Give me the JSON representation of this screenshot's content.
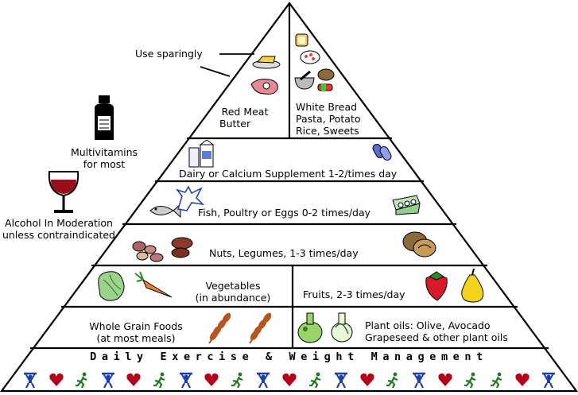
{
  "pyramid": {
    "top_left": {
      "line1": "Red Meat",
      "line2": "Butter"
    },
    "top_right": {
      "line1": "White Bread",
      "line2": "Pasta, Potato",
      "line3": "Rice, Sweets"
    },
    "dairy": "Dairy or Calcium Supplement 1-2/times day",
    "fish": "Fish, Poultry or Eggs 0-2 times/day",
    "nuts": "Nuts, Legumes, 1-3 times/day",
    "vegetables": {
      "line1": "Vegetables",
      "line2": "(in abundance)"
    },
    "fruits": "Fruits, 2-3 times/day",
    "grains": {
      "line1": "Whole Grain Foods",
      "line2": "(at most meals)"
    },
    "oils": {
      "line1": "Plant oils: Olive, Avocado",
      "line2": "Grapeseed & other plant oils"
    },
    "exercise": "Daily Exercise & Weight Management"
  },
  "side_notes": {
    "use_sparingly": "Use sparingly",
    "multivitamins": {
      "line1": "Multivitamins",
      "line2": "for most"
    },
    "alcohol": {
      "line1": "Alcohol In Moderation",
      "line2": "unless contraindicated"
    }
  },
  "footer_icons": [
    "lifter-icon",
    "heart-icon",
    "runner-icon",
    "lifter-icon",
    "heart-icon",
    "runner-icon",
    "lifter-icon",
    "heart-icon",
    "runner-icon",
    "lifter-icon",
    "heart-icon",
    "runner-icon",
    "lifter-icon",
    "heart-icon",
    "runner-icon",
    "lifter-icon",
    "heart-icon",
    "runner-icon",
    "runner-icon",
    "heart-icon",
    "lifter-icon"
  ],
  "colors": {
    "heart": "#b3001b",
    "lifter": "#1e3ea8",
    "runner": "#1e7a1e",
    "wine": "#9b0d1a",
    "wheat": "#b5561f"
  }
}
